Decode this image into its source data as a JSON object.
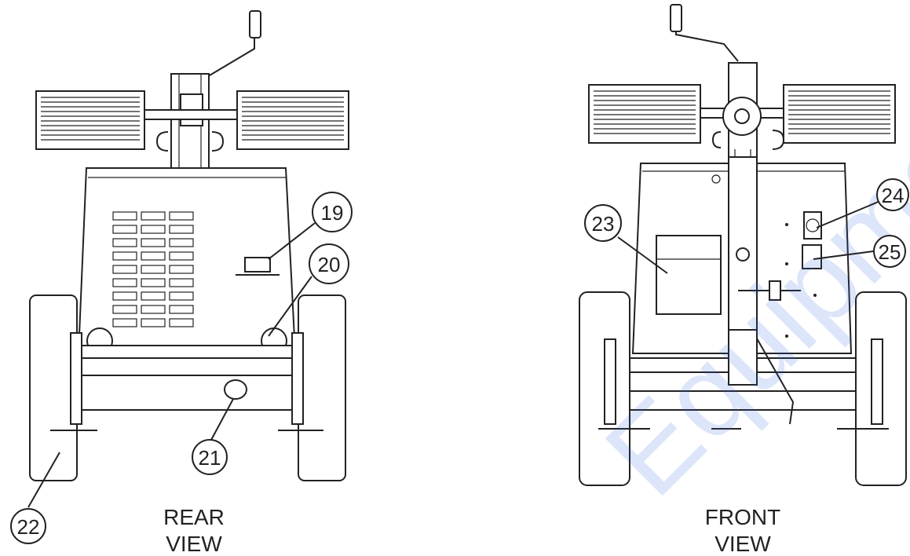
{
  "views": [
    {
      "id": "rear",
      "label_line1": "REAR",
      "label_line2": "VIEW"
    },
    {
      "id": "front",
      "label_line1": "FRONT",
      "label_line2": "VIEW"
    }
  ],
  "callouts": [
    "19",
    "20",
    "21",
    "22",
    "23",
    "24",
    "25"
  ],
  "watermark": "Equipment",
  "colors": {
    "line": "#222222",
    "watermark": "#2f63e0"
  }
}
